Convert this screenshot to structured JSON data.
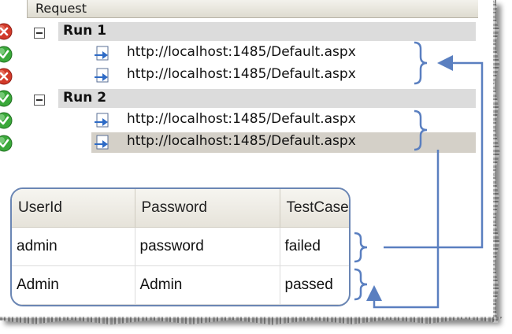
{
  "grid": {
    "header": "Request",
    "runs": [
      {
        "label": "Run 1",
        "status": "failed",
        "requests": [
          {
            "url": "http://localhost:1485/Default.aspx",
            "status": "passed",
            "selected": false
          },
          {
            "url": "http://localhost:1485/Default.aspx",
            "status": "failed",
            "selected": false
          }
        ]
      },
      {
        "label": "Run 2",
        "status": "passed",
        "requests": [
          {
            "url": "http://localhost:1485/Default.aspx",
            "status": "passed",
            "selected": false
          },
          {
            "url": "http://localhost:1485/Default.aspx",
            "status": "passed",
            "selected": true
          }
        ]
      }
    ]
  },
  "data_table": {
    "columns": [
      "UserId",
      "Password",
      "TestCase"
    ],
    "rows": [
      [
        "admin",
        "password",
        "failed"
      ],
      [
        "Admin",
        "Admin",
        "passed"
      ]
    ]
  },
  "colors": {
    "pass": "#3aa83a",
    "fail": "#d23a2a",
    "arrow": "#5a7fc0",
    "run_row_bg": "#dcdcdc",
    "selected_bg": "#d4d0c8"
  },
  "icons": {
    "pass": "green-check-circle-icon",
    "fail": "red-x-circle-icon",
    "request": "web-request-icon",
    "collapse": "minus-box-icon"
  }
}
